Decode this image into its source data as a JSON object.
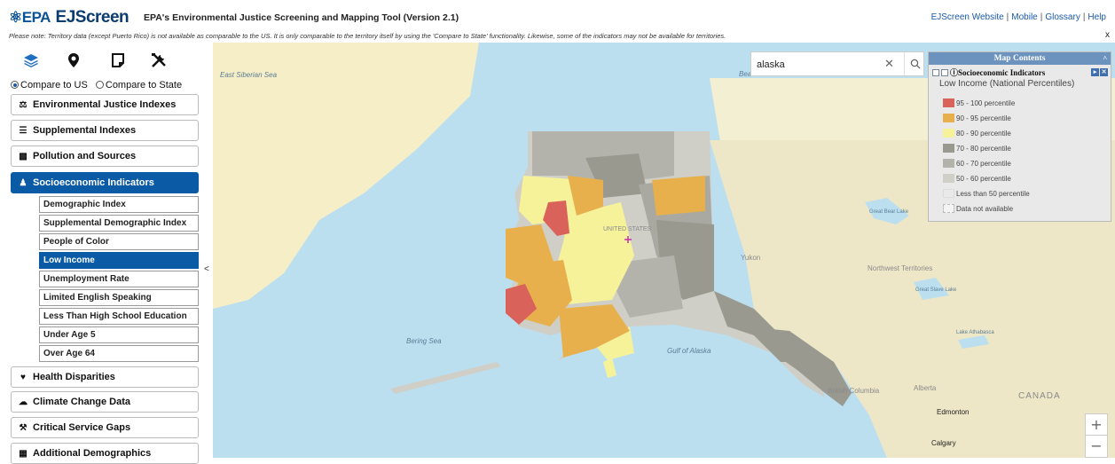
{
  "header": {
    "logo_epa": "EPA",
    "logo_ej": "EJScreen",
    "subtitle": "EPA's Environmental Justice Screening and Mapping Tool (Version 2.1)",
    "links": [
      "EJScreen Website",
      "Mobile",
      "Glossary",
      "Help"
    ],
    "notice": "Please note: Territory data (except Puerto Rico) is not available as comparable to the US. It is only comparable to the territory itself by using the 'Compare to State' functionality. Likewise, some of the indicators may not be available for territories.",
    "notice_close": "x"
  },
  "sidebar": {
    "tabs": [
      {
        "icon": "layers-icon"
      },
      {
        "icon": "map-pin-icon"
      },
      {
        "icon": "report-icon"
      },
      {
        "icon": "tools-icon"
      }
    ],
    "compare_us": "Compare to US",
    "compare_state": "Compare to State",
    "categories_top": [
      {
        "label": "Environmental Justice Indexes",
        "icon": "scales-icon"
      },
      {
        "label": "Supplemental Indexes",
        "icon": "list-icon"
      },
      {
        "label": "Pollution and Sources",
        "icon": "factory-icon"
      },
      {
        "label": "Socioeconomic Indicators",
        "icon": "people-icon"
      }
    ],
    "sub_items": [
      "Demographic Index",
      "Supplemental Demographic Index",
      "People of Color",
      "Low Income",
      "Unemployment Rate",
      "Limited English Speaking",
      "Less Than High School Education",
      "Under Age 5",
      "Over Age 64"
    ],
    "active_sub": "Low Income",
    "categories_bottom": [
      {
        "label": "Health Disparities",
        "icon": "heart-icon"
      },
      {
        "label": "Climate Change Data",
        "icon": "climate-icon"
      },
      {
        "label": "Critical Service Gaps",
        "icon": "wrench-icon"
      },
      {
        "label": "Additional Demographics",
        "icon": "chart-icon"
      }
    ],
    "collapse_arrow": "<"
  },
  "map": {
    "water_labels": [
      "East Siberian Sea",
      "Bering Sea",
      "Gulf of Alaska",
      "Beaufort Sea"
    ],
    "land_labels": [
      "UNITED STATES",
      "Yukon",
      "Northwest Territories",
      "Great Bear Lake",
      "Great Slave Lake",
      "Lake Athabasca",
      "British Columbia",
      "Alberta",
      "CANADA",
      "Edmonton",
      "Calgary"
    ]
  },
  "search": {
    "value": "alaska",
    "clear_icon": "✕"
  },
  "legend": {
    "header": "Map Contents",
    "layer_name": "Socioeconomic Indicators",
    "title": "Low Income (National Percentiles)",
    "items": [
      {
        "label": "95 - 100 percentile",
        "color": "#d9625a"
      },
      {
        "label": "90 - 95 percentile",
        "color": "#e8b04c"
      },
      {
        "label": "80 - 90 percentile",
        "color": "#f6f29a"
      },
      {
        "label": "70 - 80 percentile",
        "color": "#999990"
      },
      {
        "label": "60 - 70 percentile",
        "color": "#b3b3ab"
      },
      {
        "label": "50 - 60 percentile",
        "color": "#cfcfc8"
      },
      {
        "label": "Less than 50 percentile",
        "color": "#e9e9e9"
      },
      {
        "label": "Data not available",
        "color": "#f4f4f4"
      }
    ]
  },
  "zoom": {
    "in": "+",
    "out": "−"
  }
}
